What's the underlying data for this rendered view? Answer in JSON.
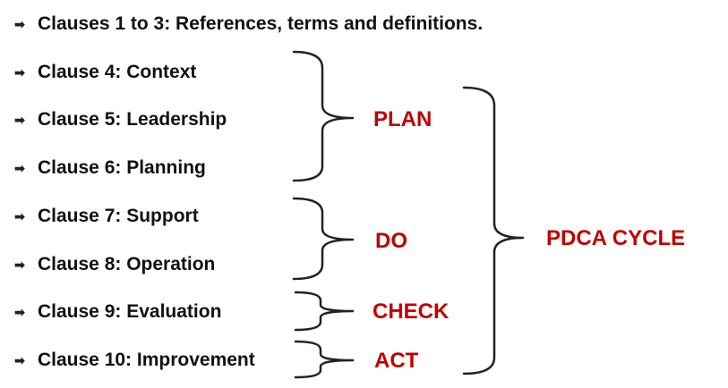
{
  "clauses": [
    {
      "label": "Clauses 1 to 3: References, terms and definitions.",
      "icon": "arrow-right-icon"
    },
    {
      "label": "Clause 4: Context",
      "icon": "arrow-right-icon"
    },
    {
      "label": "Clause 5: Leadership",
      "icon": "arrow-right-icon"
    },
    {
      "label": "Clause 6: Planning",
      "icon": "arrow-right-icon"
    },
    {
      "label": "Clause 7: Support",
      "icon": "arrow-right-icon"
    },
    {
      "label": "Clause 8: Operation",
      "icon": "arrow-right-icon"
    },
    {
      "label": "Clause 9: Evaluation",
      "icon": "arrow-right-icon"
    },
    {
      "label": "Clause 10: Improvement",
      "icon": "arrow-right-icon"
    }
  ],
  "phases": {
    "plan": "PLAN",
    "do": "DO",
    "check": "CHECK",
    "act": "ACT"
  },
  "cycle_label": "PDCA CYCLE",
  "colors": {
    "text": "#111111",
    "accent": "#c00000",
    "bracket": "#222222"
  }
}
